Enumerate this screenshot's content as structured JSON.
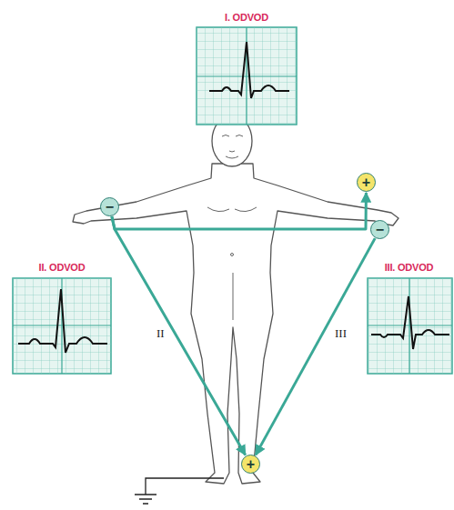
{
  "diagram": {
    "nodes": [
      {
        "text": [
          "I. ODVOD"
        ]
      },
      {
        "text": [
          "−"
        ]
      },
      {
        "text": [
          "+"
        ]
      },
      {
        "text": [
          "−"
        ]
      },
      {
        "text": [
          "II. ODVOD"
        ]
      },
      {
        "text": [
          "III. ODVOD"
        ]
      },
      {
        "text": [
          "+"
        ]
      }
    ],
    "edges": [
      {
        "from": 1,
        "to": 2,
        "arrow": "to"
      },
      {
        "from": 1,
        "to": 6,
        "arrow": "to",
        "label": "II"
      },
      {
        "from": 3,
        "to": 6,
        "arrow": "to",
        "label": "III"
      }
    ]
  }
}
